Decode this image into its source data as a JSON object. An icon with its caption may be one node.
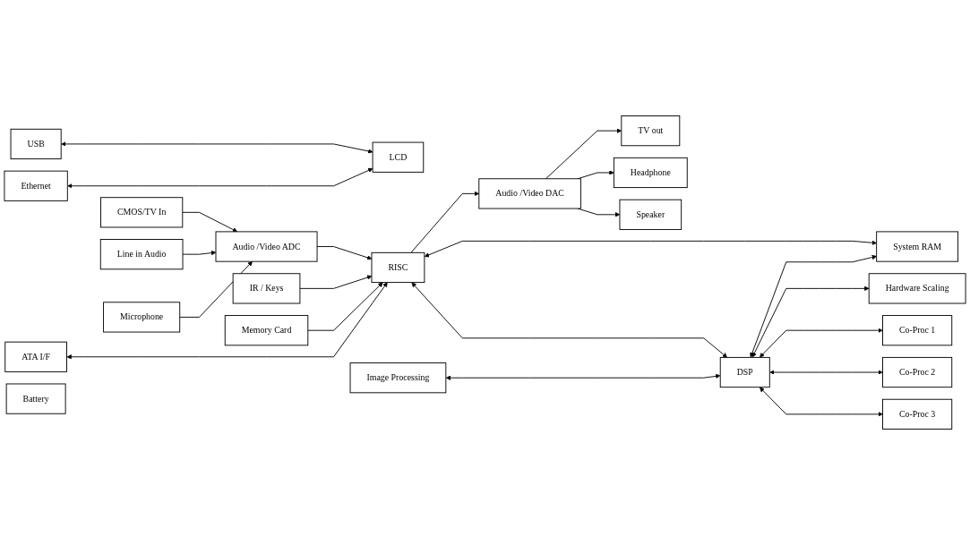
{
  "diagram": {
    "nodes": [
      {
        "text": [
          "CMOS/TV In"
        ]
      },
      {
        "text": [
          "USB"
        ]
      },
      {
        "text": [
          "ATA I/F"
        ]
      },
      {
        "text": [
          "Ethernet"
        ]
      },
      {
        "text": [
          "LCD"
        ]
      },
      {
        "text": [
          "TV out"
        ]
      },
      {
        "text": [
          "Line in Audio"
        ]
      },
      {
        "text": [
          "Headphone"
        ]
      },
      {
        "text": [
          "Microphone"
        ]
      },
      {
        "text": [
          "Audio /Video ADC"
        ]
      },
      {
        "text": [
          "RISC"
        ]
      },
      {
        "text": [
          "Audio /Video DAC"
        ]
      },
      {
        "text": [
          "Speaker"
        ]
      },
      {
        "text": [
          "IR / Keys"
        ]
      },
      {
        "text": [
          "Battery"
        ]
      },
      {
        "text": [
          "System RAM"
        ]
      },
      {
        "text": [
          "Memory Card"
        ]
      },
      {
        "text": [
          "Image Processing"
        ]
      },
      {
        "text": [
          "DSP"
        ]
      },
      {
        "text": [
          "Hardware Scaling"
        ]
      },
      {
        "text": [
          "Co-Proc 1"
        ]
      },
      {
        "text": [
          "Co-Proc 2"
        ]
      },
      {
        "text": [
          "Co-Proc 3"
        ]
      }
    ],
    "edges": [
      {
        "from": 0,
        "to": 9,
        "arrow": "to"
      },
      {
        "from": 6,
        "to": 9,
        "arrow": "to"
      },
      {
        "from": 8,
        "to": 9,
        "arrow": "to"
      },
      {
        "from": 9,
        "to": 10,
        "arrow": "to"
      },
      {
        "from": 13,
        "to": 10,
        "arrow": "to"
      },
      {
        "from": 16,
        "to": 10,
        "arrow": "to"
      },
      {
        "from": 1,
        "to": 4,
        "arrow": "both"
      },
      {
        "from": 3,
        "to": 4,
        "arrow": "both"
      },
      {
        "from": 2,
        "to": 10,
        "arrow": "both"
      },
      {
        "from": 10,
        "to": 11,
        "arrow": "to"
      },
      {
        "from": 11,
        "to": 5,
        "arrow": "to"
      },
      {
        "from": 11,
        "to": 7,
        "arrow": "to"
      },
      {
        "from": 11,
        "to": 12,
        "arrow": "to"
      },
      {
        "from": 10,
        "to": 18,
        "arrow": "both"
      },
      {
        "from": 10,
        "to": 15,
        "arrow": "both"
      },
      {
        "from": 18,
        "to": 15,
        "arrow": "both"
      },
      {
        "from": 17,
        "to": 18,
        "arrow": "both"
      },
      {
        "from": 18,
        "to": 19,
        "arrow": "both"
      },
      {
        "from": 18,
        "to": 20,
        "arrow": "both"
      },
      {
        "from": 18,
        "to": 21,
        "arrow": "both"
      },
      {
        "from": 18,
        "to": 22,
        "arrow": "both"
      }
    ]
  }
}
